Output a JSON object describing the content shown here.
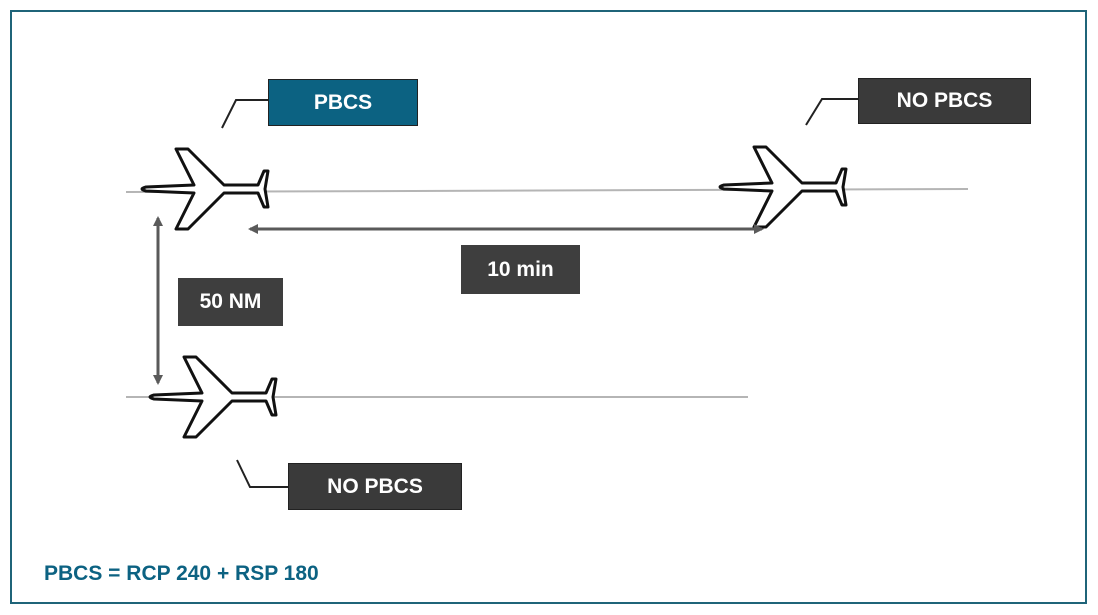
{
  "labels": {
    "aircraft_top_left": "PBCS",
    "aircraft_top_right": "NO PBCS",
    "aircraft_bottom": "NO PBCS",
    "lateral_separation": "50 NM",
    "longitudinal_separation": "10 min"
  },
  "footnote": "PBCS = RCP 240 + RSP 180",
  "colors": {
    "frame": "#1f6479",
    "pbcs_box": "#0c6282",
    "no_pbcs_box": "#3a3a3a",
    "footnote_text": "#0c6282",
    "track_line": "#b5b5b5",
    "arrow": "#5a5a5a"
  }
}
